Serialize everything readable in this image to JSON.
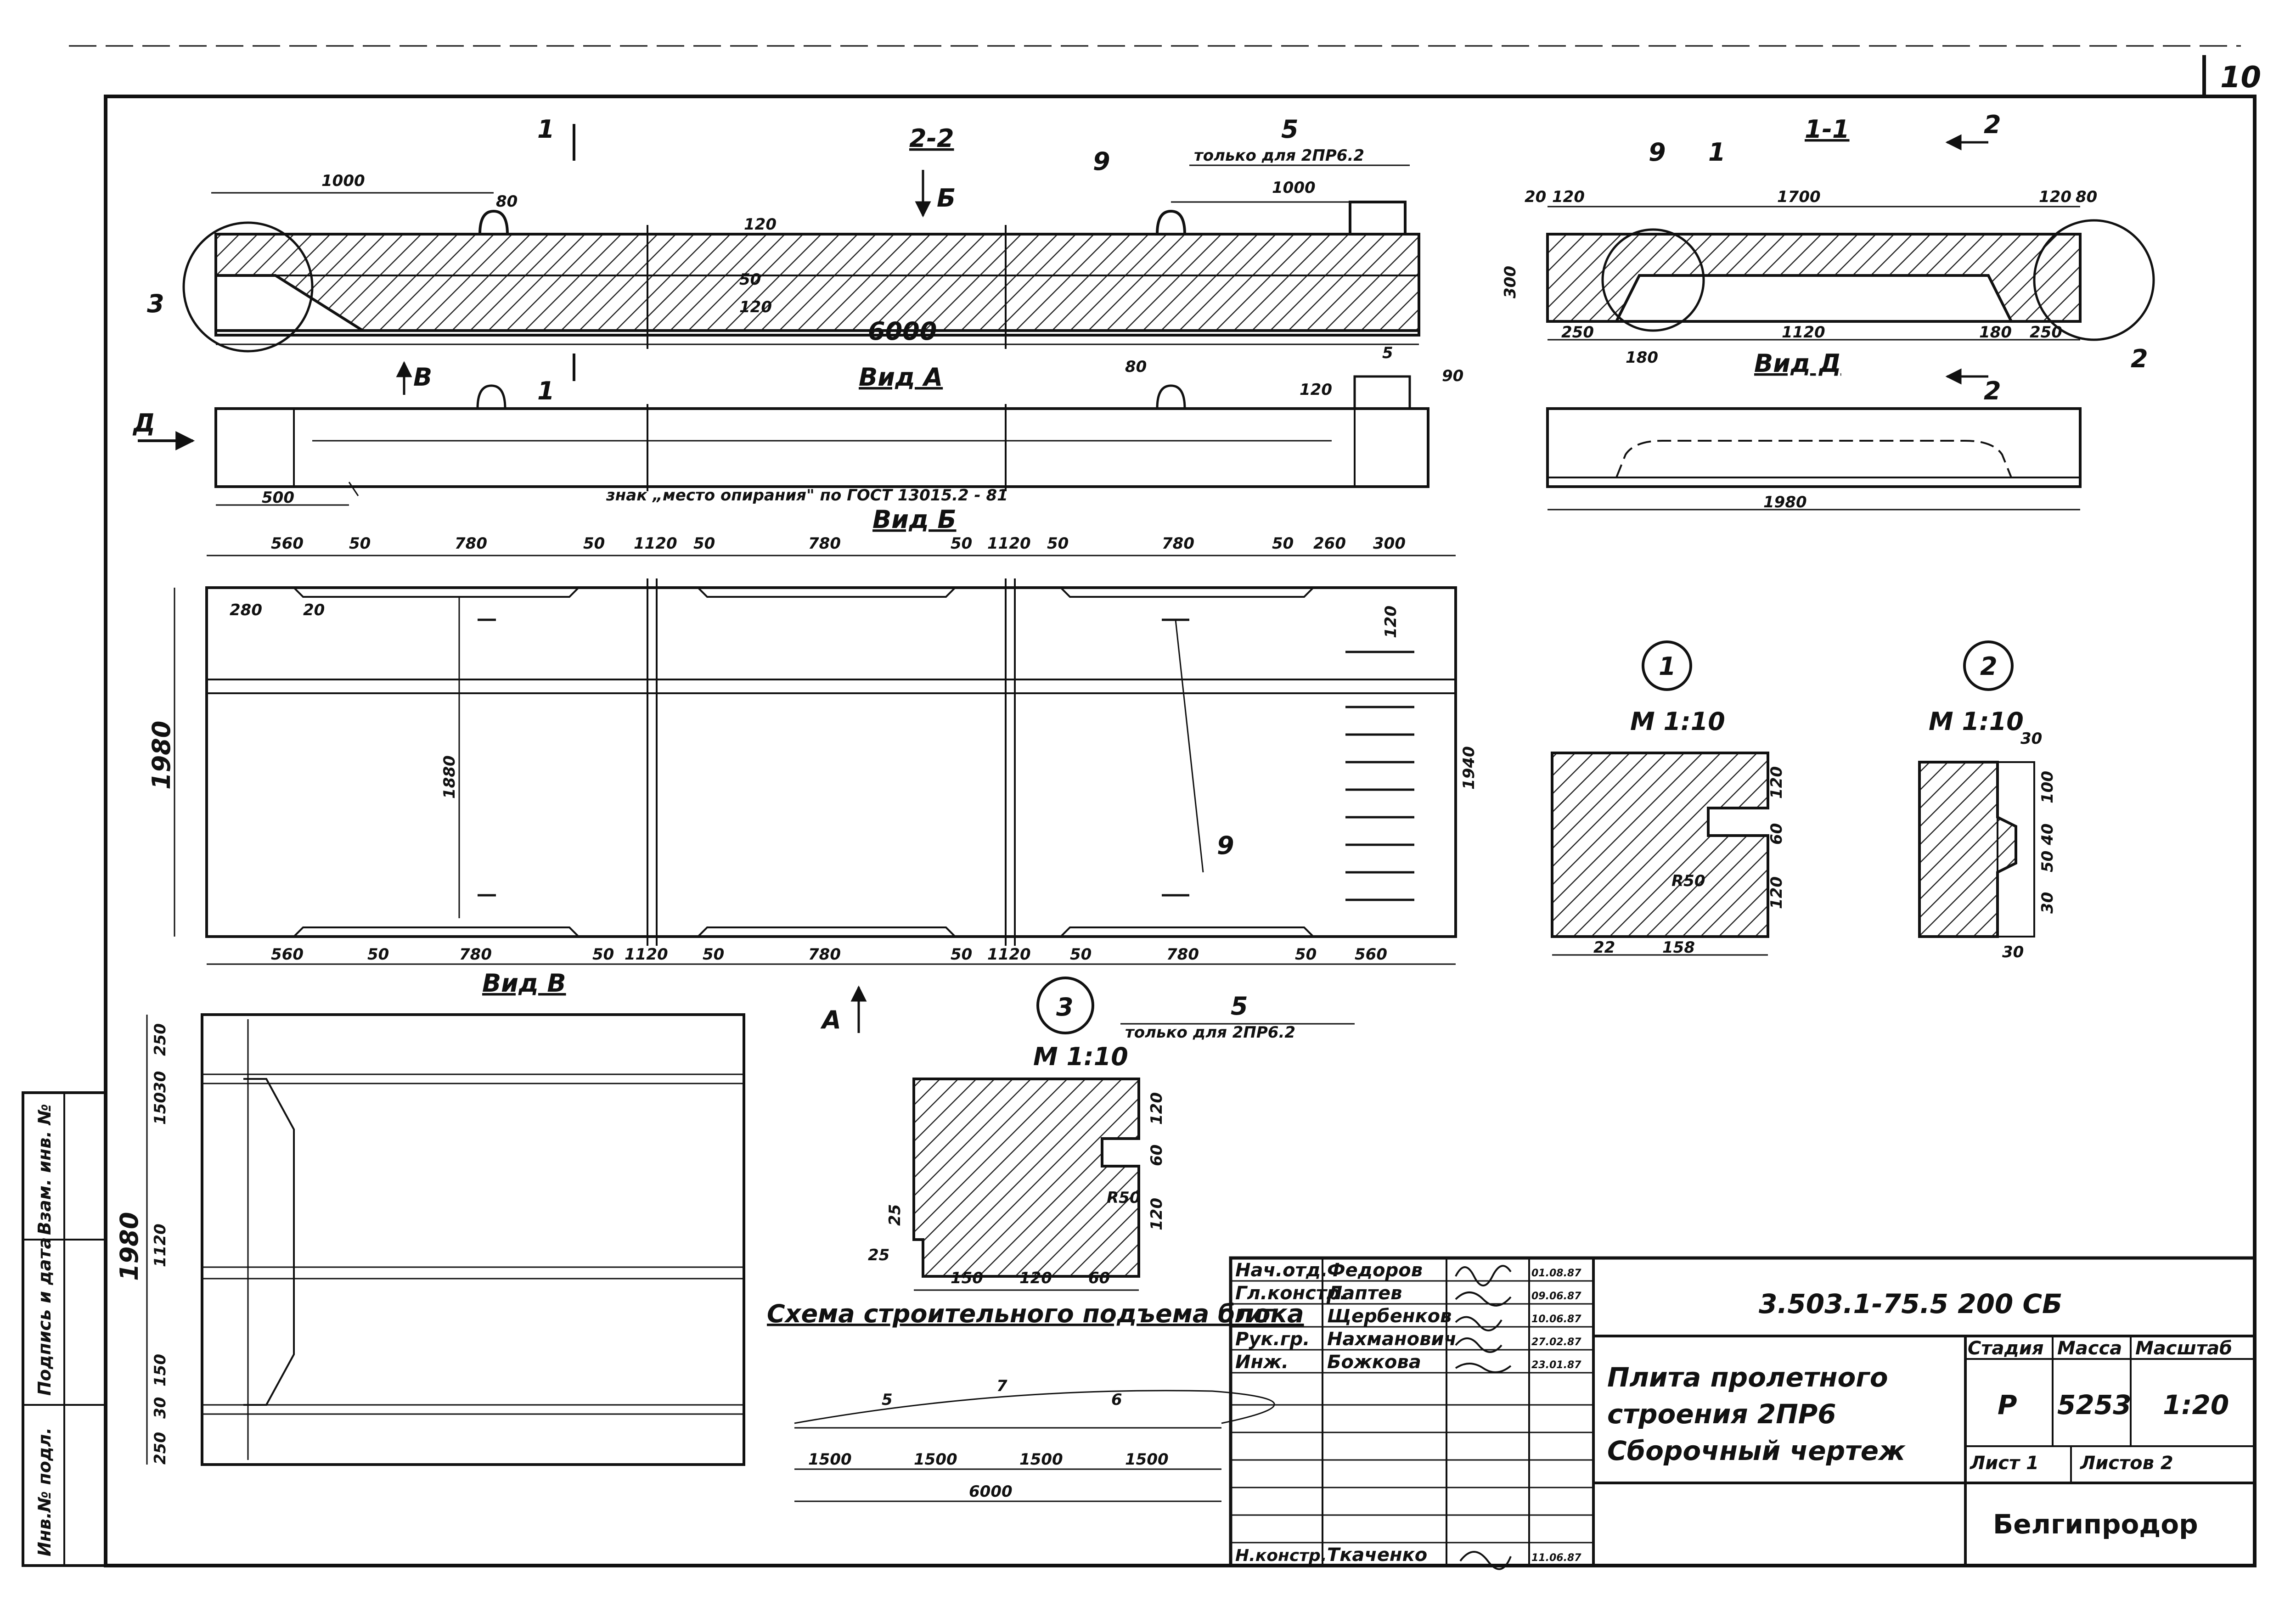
{
  "sheet_number": "10",
  "views": {
    "section_2_2": "2-2",
    "section_1_1": "1-1",
    "view_a": "Вид А",
    "view_b": "Вид Б",
    "view_v": "Вид В",
    "view_d": "Вид Д",
    "cut1": "1",
    "cut2": "2",
    "arrow_b": "Б",
    "arrow_v": "В",
    "arrow_d": "Д",
    "arrow_a": "А"
  },
  "callouts": {
    "item3": "3",
    "item9": "9",
    "item5": "5",
    "item1": "1",
    "item2": "2",
    "only_2pr62_top": "только для 2ПР6.2",
    "only_2pr62_bottom": "только для 2ПР6.2",
    "support_sign": "знак „место опирания\" по ГОСТ 13015.2 - 81"
  },
  "dims": {
    "d1000a": "1000",
    "d80a": "80",
    "d1000b": "1000",
    "d120a": "120",
    "d120b": "120",
    "d50a": "50",
    "d6000": "6000",
    "d80b": "80",
    "d120c": "120",
    "d90": "90",
    "d500": "500",
    "d20a": "20",
    "d120d": "120",
    "d1700": "1700",
    "d120e": "120",
    "d80c": "80",
    "d300": "300",
    "d250a": "250",
    "d1120a": "1120",
    "d180a": "180",
    "d250b": "250",
    "d180b": "180",
    "d1980a": "1980",
    "top_row": [
      "560",
      "50",
      "780",
      "50",
      "1120",
      "50",
      "780",
      "50",
      "1120",
      "50",
      "780",
      "50",
      "260",
      "300"
    ],
    "d280": "280",
    "d20b": "20",
    "d1980b": "1980",
    "d1880": "1880",
    "d1940": "1940",
    "d120f": "120",
    "bottom_row": [
      "560",
      "50",
      "780",
      "50",
      "1120",
      "50",
      "780",
      "50",
      "1120",
      "50",
      "780",
      "50",
      "560"
    ]
  },
  "details": {
    "m1": "1",
    "m2": "2",
    "m3": "3",
    "scale1": "М 1:10",
    "scale2": "М 1:10",
    "scale3": "М 1:10",
    "d1_120": "120",
    "d1_60": "60",
    "d1_120b": "120",
    "d1_r50": "R50",
    "d1_22": "22",
    "d1_158": "158",
    "d2_30": "30",
    "d2_100": "100",
    "d2_50_40": "50 40",
    "d2_30b": "30",
    "d2_30c": "30",
    "d3_120": "120",
    "d3_60": "60",
    "d3_120b": "120",
    "d3_r50": "R50",
    "d3_25a": "25",
    "d3_25b": "25",
    "d3_150": "150",
    "d3_120c": "120",
    "d3_60b": "60"
  },
  "plan_small": {
    "d250": "250",
    "d30a": "30",
    "d150a": "150",
    "d1120": "1120",
    "d150b": "150",
    "d30b": "30",
    "d250b": "250",
    "d1980": "1980"
  },
  "lifting": {
    "title": "Схема строительного подъема блока",
    "spans": [
      "1500",
      "1500",
      "1500",
      "1500"
    ],
    "total": "6000",
    "marks": [
      "5",
      "7",
      "6"
    ]
  },
  "left_strip": [
    "Инв.№ подл.",
    "Подпись и дата",
    "Взам. инв. №"
  ],
  "stamp": {
    "code": "3.503.1-75.5 200 СБ",
    "title_lines": [
      "Плита пролетного",
      "строения   2ПР6",
      "Сборочный  чертеж"
    ],
    "col_stage": "Стадия",
    "col_mass": "Масса",
    "col_scale": "Масштаб",
    "stage": "Р",
    "mass": "5253",
    "scale": "1:20",
    "sheet": "Лист 1",
    "sheets": "Листов 2",
    "org": "Белгипродор",
    "rows": [
      {
        "role": "Нач.отд.",
        "name": "Федоров",
        "date": "01.08.87"
      },
      {
        "role": "Гл.констр.",
        "name": "Лаптев",
        "date": "09.06.87"
      },
      {
        "role": "ГИП",
        "name": "Щербенков",
        "date": "10.06.87"
      },
      {
        "role": "Рук.гр.",
        "name": "Нахманович",
        "date": "27.02.87"
      },
      {
        "role": "Инж.",
        "name": "Божкова",
        "date": "23.01.87"
      },
      {
        "role": "Н.констр.",
        "name": "Ткаченко",
        "date": "11.06.87"
      }
    ]
  }
}
